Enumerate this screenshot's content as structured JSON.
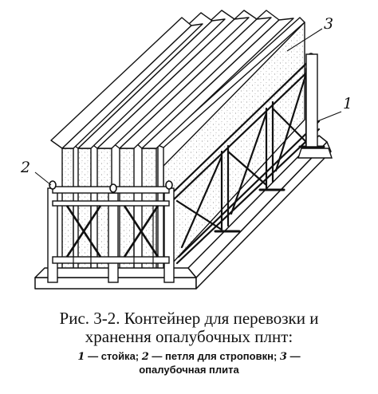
{
  "callouts": {
    "c1": "1",
    "c2": "2",
    "c3": "3"
  },
  "caption": {
    "line1": "Рис. 3-2. Контейнер для перевозки и",
    "line2": "хранення опалубочных плнт:",
    "legend": [
      {
        "num": "1",
        "sep": " — ",
        "text": "стойка;"
      },
      {
        "num": "2",
        "sep": " — ",
        "text": "петля для строповкн;"
      },
      {
        "num": "3",
        "sep": " — ",
        "text": "опалубочная плита"
      }
    ]
  },
  "colors": {
    "ink": "#111111",
    "paper": "#ffffff",
    "stipple": "#8a8a8a"
  }
}
